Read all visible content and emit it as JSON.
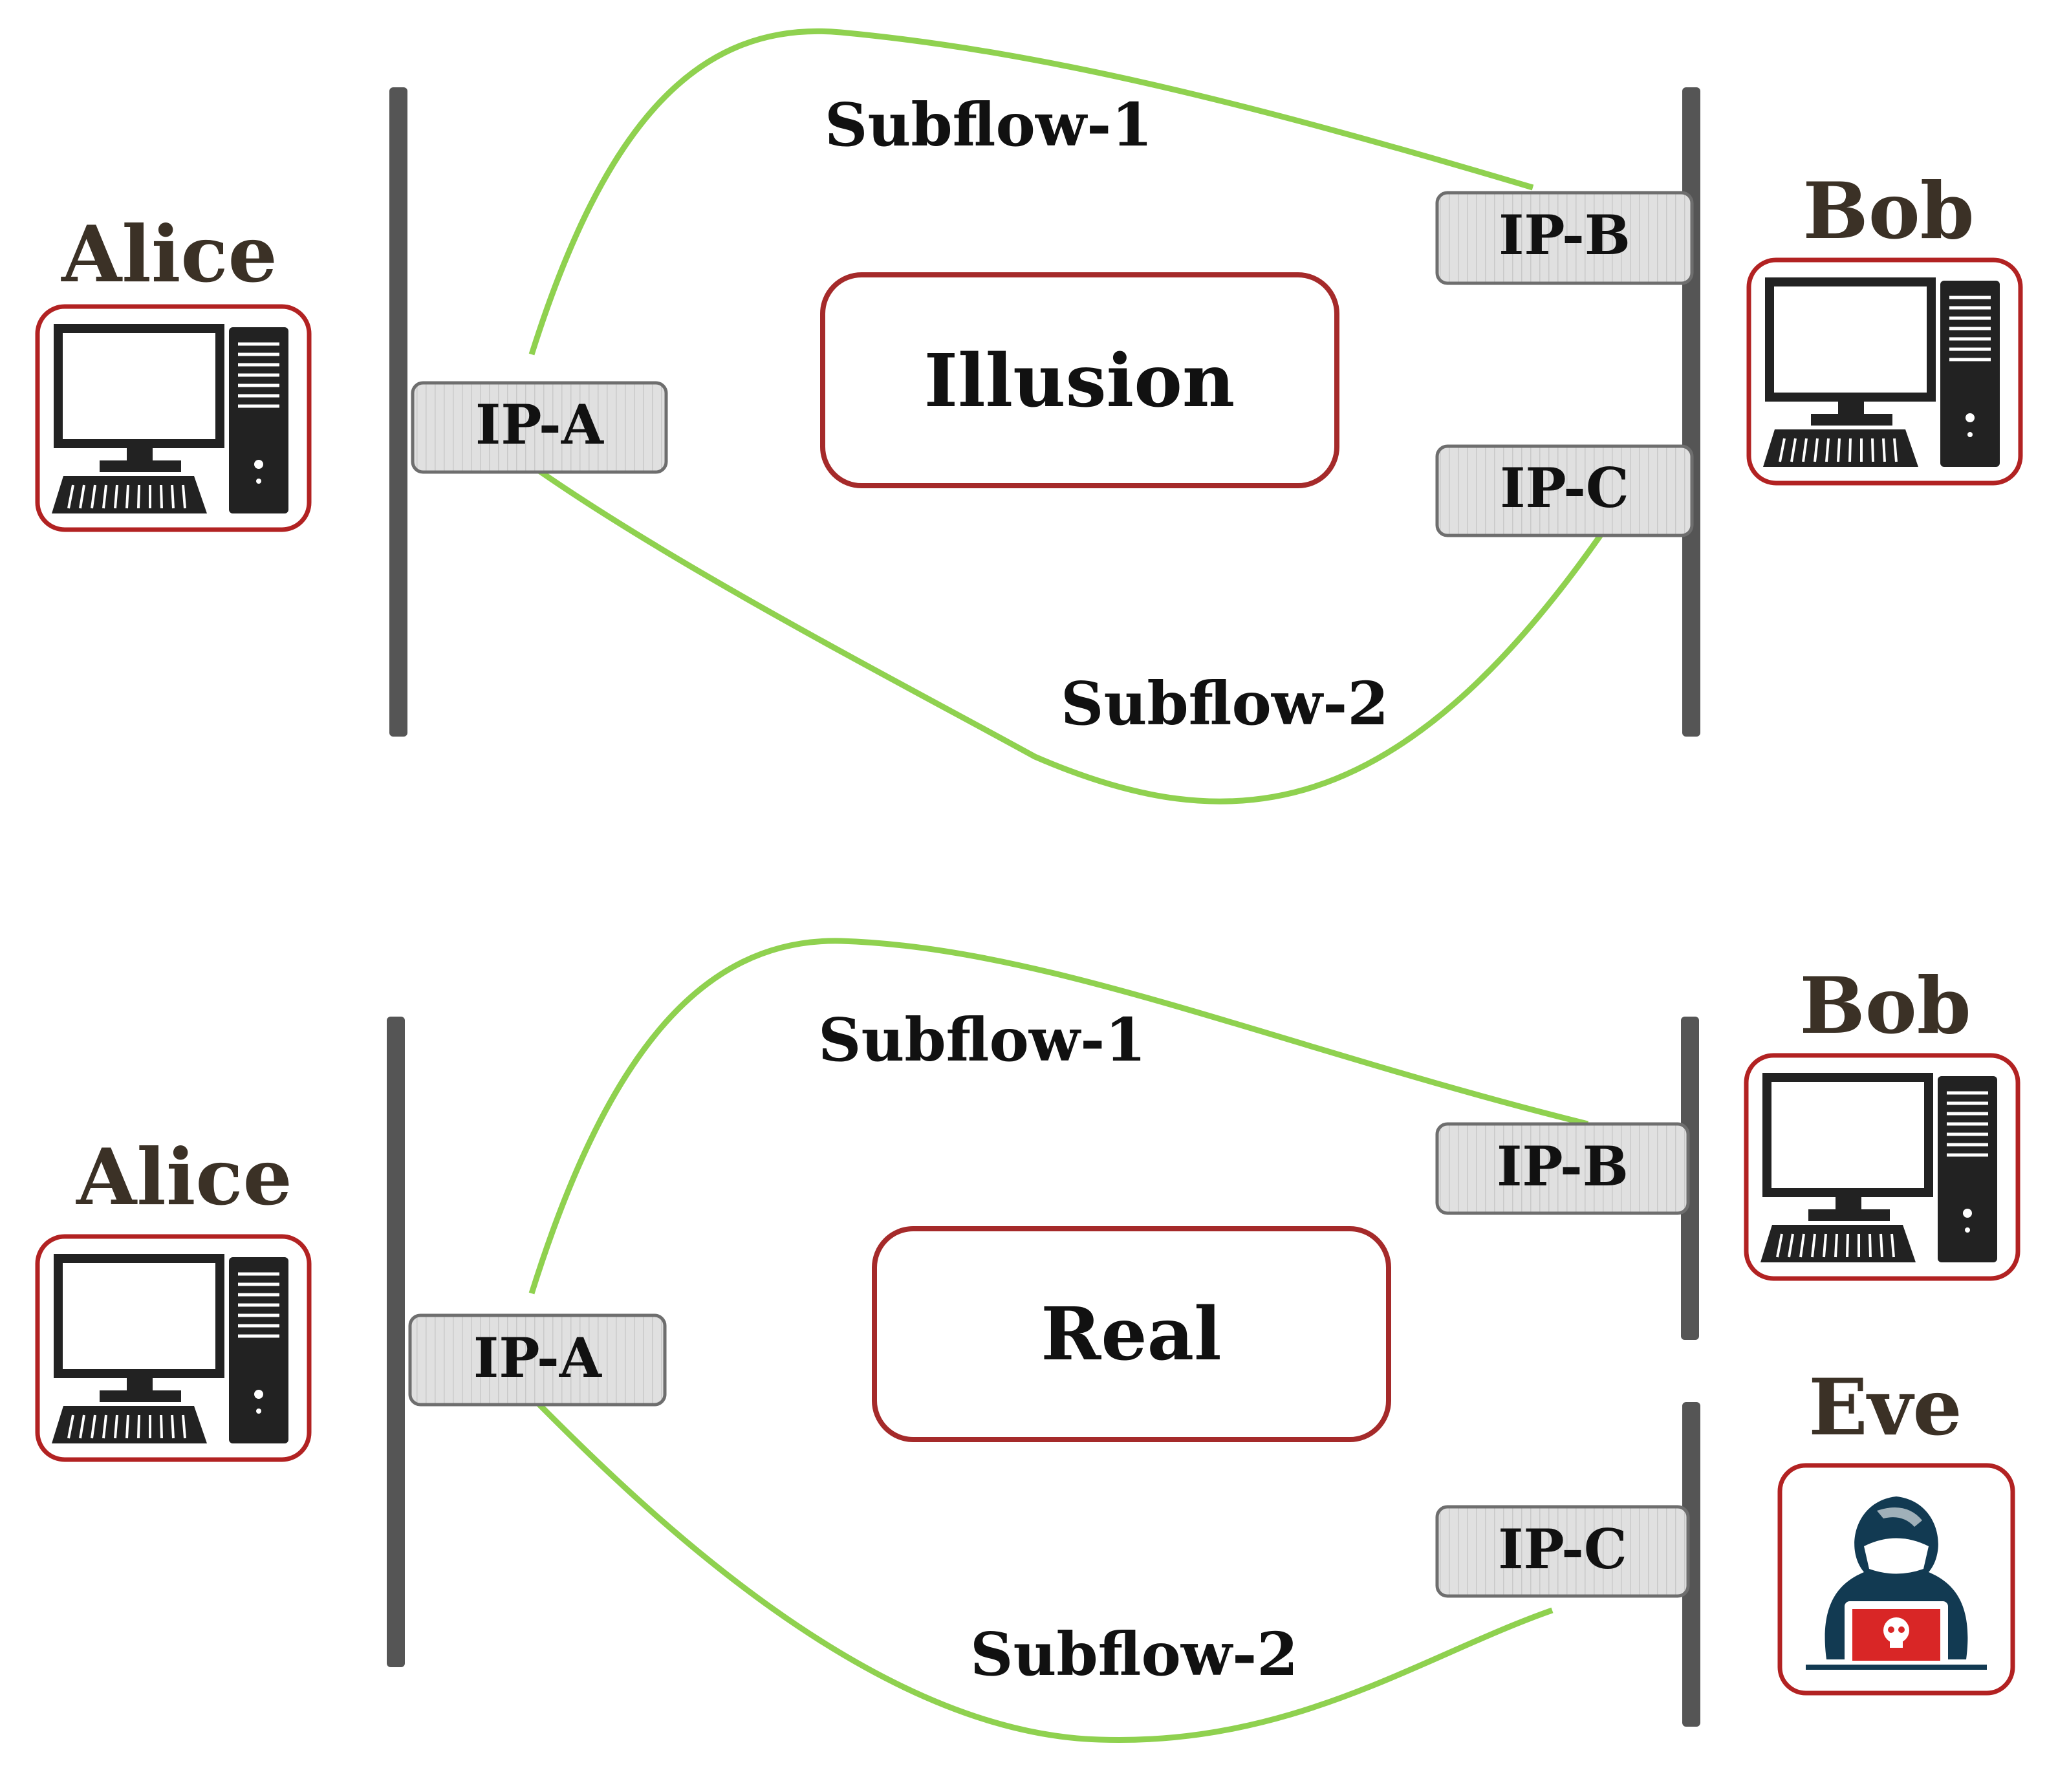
{
  "colors": {
    "link": "#8fd14f",
    "bus": "#555555",
    "box_border": "#a52a2a",
    "ip_fill": "#dedede",
    "ip_border": "#6e6e6e",
    "name_text": "#3b3126",
    "label_text": "#111111",
    "device_dark": "#222222"
  },
  "top_scenario": {
    "alice": {
      "name": "Alice",
      "icon": "desktop-computer-icon"
    },
    "bob": {
      "name": "Bob",
      "icon": "desktop-computer-icon"
    },
    "ip_a": "IP-A",
    "ip_b": "IP-B",
    "ip_c": "IP-C",
    "subflow_1": "Subflow-1",
    "subflow_2": "Subflow-2",
    "state": "Illusion"
  },
  "bottom_scenario": {
    "alice": {
      "name": "Alice",
      "icon": "desktop-computer-icon"
    },
    "bob": {
      "name": "Bob",
      "icon": "desktop-computer-icon"
    },
    "eve": {
      "name": "Eve",
      "icon": "hooded-hacker-icon"
    },
    "ip_a": "IP-A",
    "ip_b": "IP-B",
    "ip_c": "IP-C",
    "subflow_1": "Subflow-1",
    "subflow_2": "Subflow-2",
    "state": "Real"
  }
}
